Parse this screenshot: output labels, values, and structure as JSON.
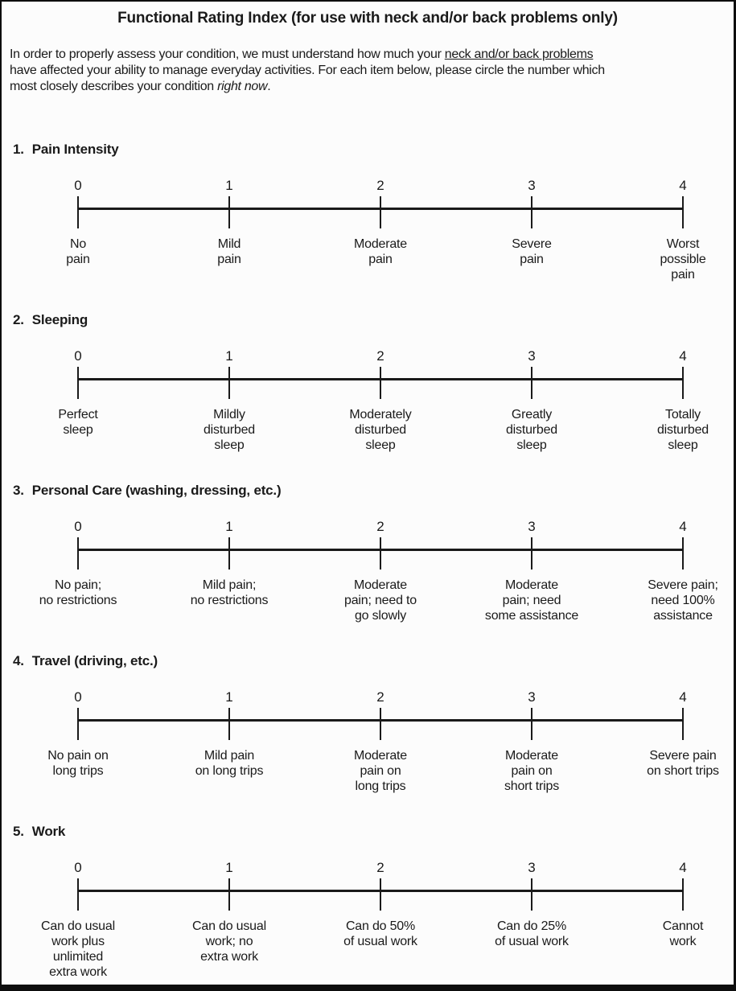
{
  "title": "Functional Rating Index (for use with neck and/or back problems only)",
  "intro": {
    "line1_text": "In order to properly assess your condition, we must understand how much your ",
    "line1_underlined": "neck and/or back problems",
    "line2": "have affected your ability to manage everyday activities. For each item below, please circle the number which",
    "line3_text": "most closely describes your condition ",
    "line3_italic": "right now",
    "line3_suffix": "."
  },
  "sections": [
    {
      "number": "1.",
      "title": "Pain Intensity",
      "options": [
        {
          "value": "0",
          "label": "No\npain"
        },
        {
          "value": "1",
          "label": "Mild\npain"
        },
        {
          "value": "2",
          "label": "Moderate\npain"
        },
        {
          "value": "3",
          "label": "Severe\npain"
        },
        {
          "value": "4",
          "label": "Worst\npossible\npain"
        }
      ]
    },
    {
      "number": "2.",
      "title": "Sleeping",
      "options": [
        {
          "value": "0",
          "label": "Perfect\nsleep"
        },
        {
          "value": "1",
          "label": "Mildly\ndisturbed\nsleep"
        },
        {
          "value": "2",
          "label": "Moderately\ndisturbed\nsleep"
        },
        {
          "value": "3",
          "label": "Greatly\ndisturbed\nsleep"
        },
        {
          "value": "4",
          "label": "Totally\ndisturbed\nsleep"
        }
      ]
    },
    {
      "number": "3.",
      "title": "Personal Care (washing, dressing, etc.)",
      "options": [
        {
          "value": "0",
          "label": "No pain;\nno restrictions"
        },
        {
          "value": "1",
          "label": "Mild pain;\nno restrictions"
        },
        {
          "value": "2",
          "label": "Moderate\npain; need to\ngo slowly"
        },
        {
          "value": "3",
          "label": "Moderate\npain; need\nsome assistance"
        },
        {
          "value": "4",
          "label": "Severe pain;\nneed 100%\nassistance"
        }
      ]
    },
    {
      "number": "4.",
      "title": "Travel (driving, etc.)",
      "options": [
        {
          "value": "0",
          "label": "No pain on\nlong trips"
        },
        {
          "value": "1",
          "label": "Mild pain\non long trips"
        },
        {
          "value": "2",
          "label": "Moderate\npain on\nlong trips"
        },
        {
          "value": "3",
          "label": "Moderate\npain on\nshort trips"
        },
        {
          "value": "4",
          "label": "Severe pain\non short trips"
        }
      ]
    },
    {
      "number": "5.",
      "title": "Work",
      "options": [
        {
          "value": "0",
          "label": "Can do usual\nwork plus\nunlimited\nextra work"
        },
        {
          "value": "1",
          "label": "Can do usual\nwork; no\nextra work"
        },
        {
          "value": "2",
          "label": "Can do 50%\nof usual work"
        },
        {
          "value": "3",
          "label": "Can do 25%\nof usual work"
        },
        {
          "value": "4",
          "label": "Cannot\nwork"
        }
      ]
    }
  ]
}
